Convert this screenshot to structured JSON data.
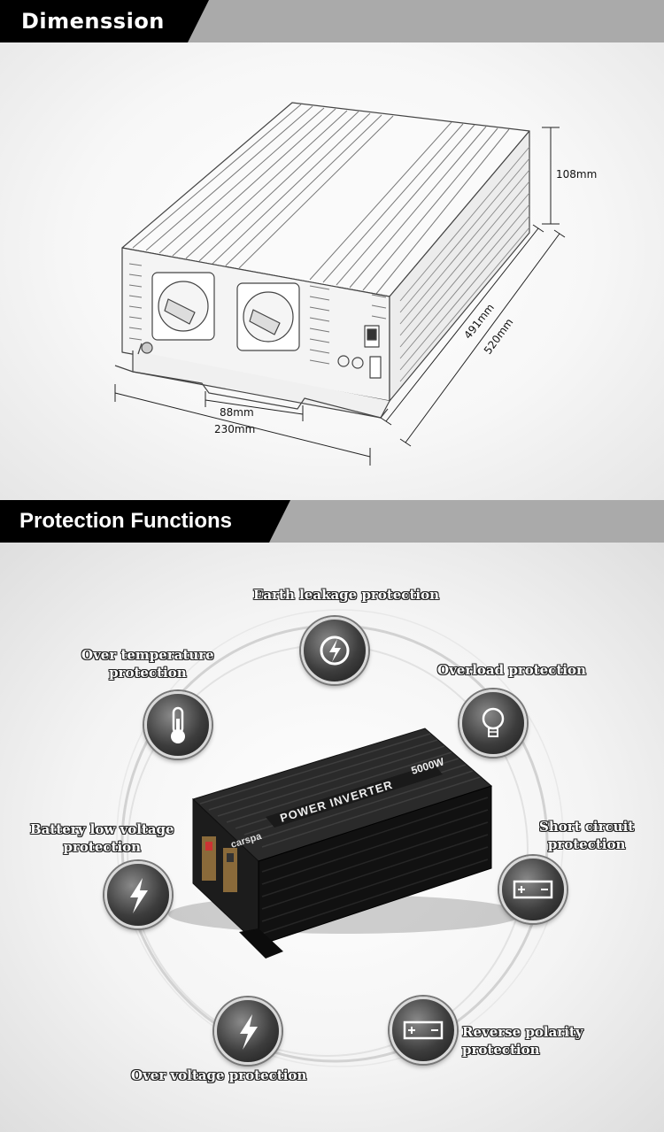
{
  "dimension_section": {
    "title": "Dimenssion",
    "labels": {
      "height": "108mm",
      "width_inner": "88mm",
      "width": "230mm",
      "length_inner": "491mm",
      "length": "520mm"
    }
  },
  "protection_section": {
    "title": "Protection Functions",
    "items": [
      {
        "label_lines": [
          "Earth leakage protection"
        ],
        "icon": "earth-leakage-icon"
      },
      {
        "label_lines": [
          "Over temperature",
          "protection"
        ],
        "icon": "thermometer-icon"
      },
      {
        "label_lines": [
          "Overload protection"
        ],
        "icon": "lightbulb-icon"
      },
      {
        "label_lines": [
          "Battery low voltage",
          "protection"
        ],
        "icon": "lightning-bolt-icon"
      },
      {
        "label_lines": [
          "Short circuit",
          "protection"
        ],
        "icon": "battery-icon"
      },
      {
        "label_lines": [
          "Reverse polarity",
          "protection"
        ],
        "icon": "battery-polarity-icon"
      },
      {
        "label_lines": [
          "Over voltage protection"
        ],
        "icon": "lightning-bolt-icon"
      }
    ],
    "product": {
      "brand": "carspa",
      "model_text": "POWER INVERTER",
      "power_text": "5000W"
    }
  }
}
